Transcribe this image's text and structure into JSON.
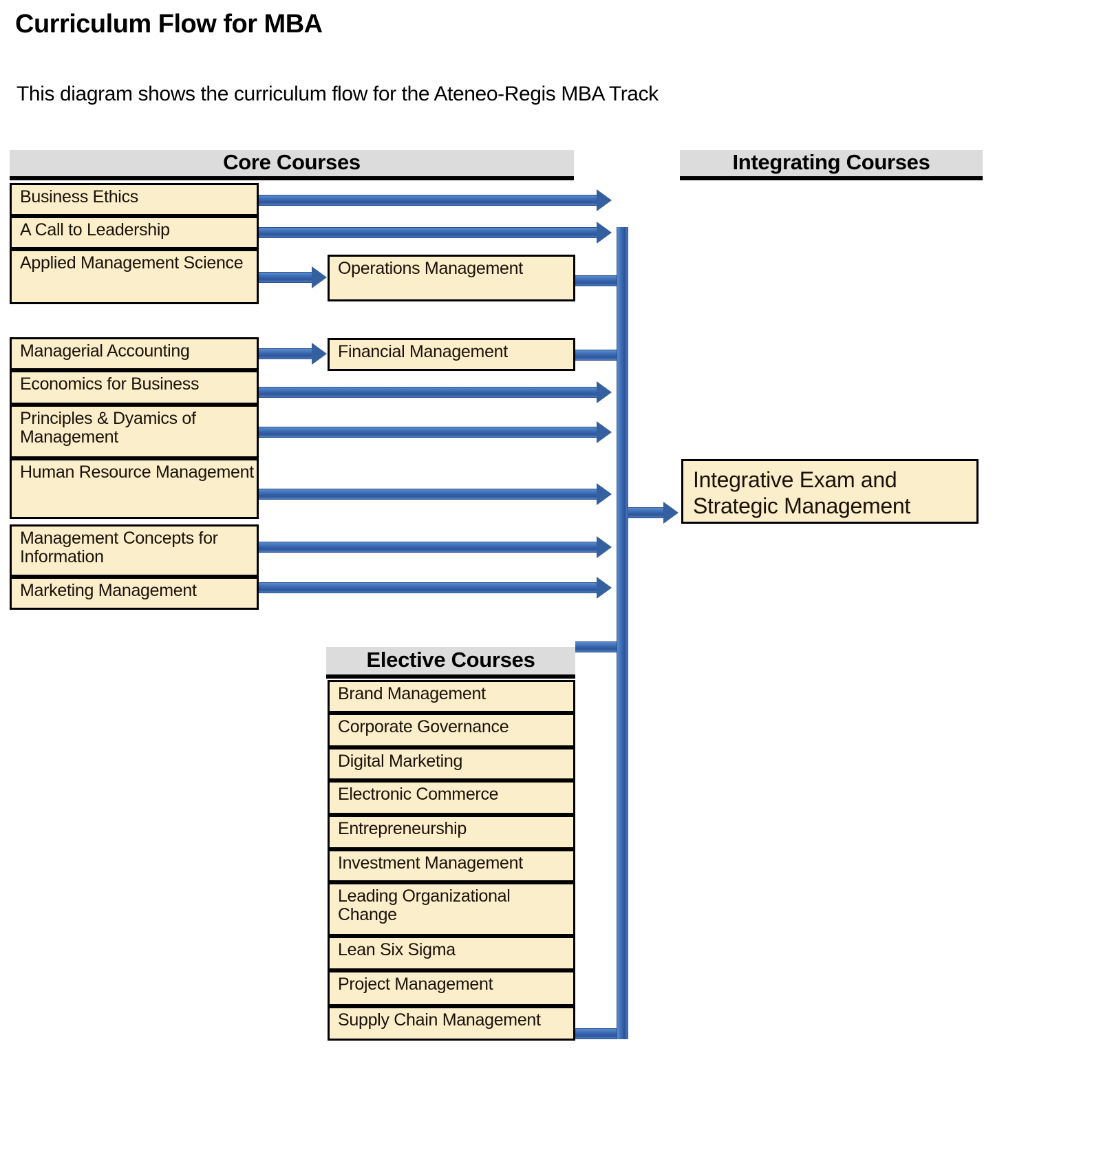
{
  "page": {
    "title": "Curriculum Flow for MBA",
    "subtitle": "This diagram shows the curriculum flow for the Ateneo-Regis MBA Track"
  },
  "colors": {
    "box_fill": "#fbeecb",
    "box_border": "#000000",
    "header_fill": "#dcdcdc",
    "arrow_blue": "#3c6cb4",
    "background": "#ffffff",
    "text": "#000000"
  },
  "sections": {
    "core": {
      "header": "Core Courses",
      "courses": [
        {
          "label": "Business Ethics"
        },
        {
          "label": "A Call to Leadership"
        },
        {
          "label": "Applied Management Science"
        },
        {
          "label": "Managerial Accounting"
        },
        {
          "label": "Economics for Business"
        },
        {
          "label": "Principles & Dyamics of Management"
        },
        {
          "label": "Human Resource Management"
        },
        {
          "label": "Management Concepts for Information"
        },
        {
          "label": "Marketing Management"
        }
      ]
    },
    "second_level": {
      "courses": [
        {
          "label": "Operations Management"
        },
        {
          "label": "Financial Management"
        }
      ]
    },
    "integrating": {
      "header": "Integrating Courses",
      "courses": [
        {
          "label": "Integrative Exam and Strategic Management"
        }
      ]
    },
    "elective": {
      "header": "Elective Courses",
      "courses": [
        {
          "label": "Brand Management"
        },
        {
          "label": "Corporate Governance"
        },
        {
          "label": "Digital Marketing"
        },
        {
          "label": "Electronic Commerce"
        },
        {
          "label": "Entrepreneurship"
        },
        {
          "label": "Investment Management"
        },
        {
          "label": "Leading Organizational Change"
        },
        {
          "label": "Lean Six Sigma"
        },
        {
          "label": "Project Management"
        },
        {
          "label": "Supply Chain Management"
        }
      ]
    }
  },
  "flow": {
    "description": "Core courses feed forward; Applied Management Science leads to Operations Management; Managerial Accounting leads to Financial Management; all streams plus Elective Courses converge on a vertical bus that feeds Integrative Exam and Strategic Management.",
    "edges": [
      {
        "from": "Business Ethics",
        "to": "bus"
      },
      {
        "from": "A Call to Leadership",
        "to": "bus"
      },
      {
        "from": "Applied Management Science",
        "to": "Operations Management"
      },
      {
        "from": "Operations Management",
        "to": "bus"
      },
      {
        "from": "Managerial Accounting",
        "to": "Financial Management"
      },
      {
        "from": "Financial Management",
        "to": "bus"
      },
      {
        "from": "Economics for Business",
        "to": "bus"
      },
      {
        "from": "Principles & Dyamics of Management",
        "to": "bus"
      },
      {
        "from": "Human Resource Management",
        "to": "bus"
      },
      {
        "from": "Management Concepts for Information",
        "to": "bus"
      },
      {
        "from": "Marketing Management",
        "to": "bus"
      },
      {
        "from": "Elective Courses",
        "to": "bus"
      },
      {
        "from": "bus",
        "to": "Integrative Exam and Strategic Management"
      }
    ]
  }
}
